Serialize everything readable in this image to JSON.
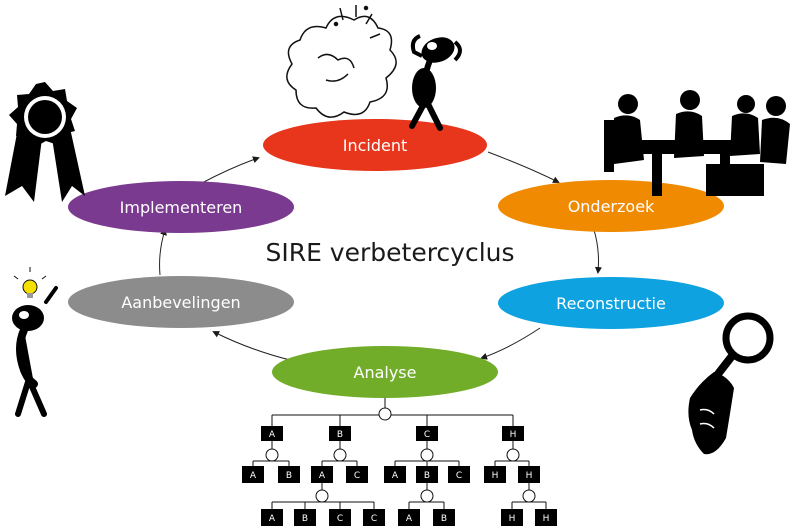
{
  "diagram": {
    "title": "SIRE verbetercyclus",
    "nodes": [
      {
        "id": "incident",
        "label": "Incident",
        "color": "#e8361c"
      },
      {
        "id": "onderzoek",
        "label": "Onderzoek",
        "color": "#f08a00"
      },
      {
        "id": "reconstructie",
        "label": "Reconstructie",
        "color": "#0ea2e0"
      },
      {
        "id": "analyse",
        "label": "Analyse",
        "color": "#72ad2a"
      },
      {
        "id": "aanbevelingen",
        "label": "Aanbevelingen",
        "color": "#8c8c8c"
      },
      {
        "id": "implementeren",
        "label": "Implementeren",
        "color": "#7a3a8f"
      }
    ],
    "tree": {
      "level1": [
        "A",
        "B",
        "C",
        "H"
      ],
      "level2": [
        "A",
        "B",
        "A",
        "C",
        "A",
        "B",
        "C",
        "H",
        "H"
      ],
      "level3": [
        "A",
        "B",
        "C",
        "C",
        "A",
        "B",
        "H",
        "H"
      ]
    }
  },
  "icons": [
    "rosette-icon",
    "explosion-icon",
    "stressed-person-icon",
    "meeting-icon",
    "idea-person-icon",
    "magnifier-hand-icon"
  ]
}
